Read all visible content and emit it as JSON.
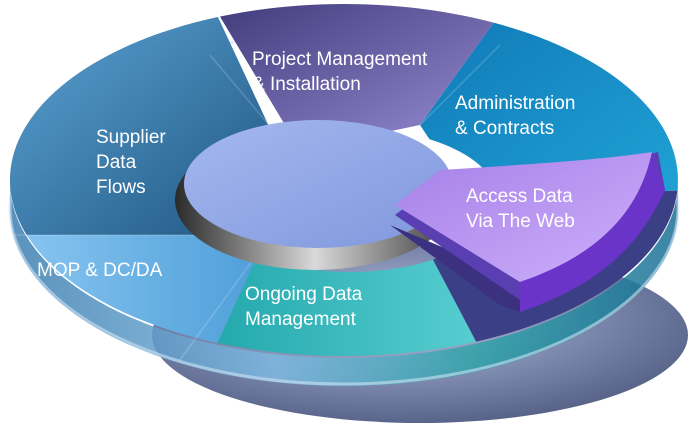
{
  "diagram": {
    "segments": [
      {
        "id": "project",
        "label": "Project Management\n& Installation",
        "color": "#6f5aa8"
      },
      {
        "id": "admin",
        "label": "Administration\n& Contracts",
        "color": "#1c8fc7"
      },
      {
        "id": "web",
        "label": "Access Data\nVia The Web",
        "color": "#b58cf0"
      },
      {
        "id": "ongoing",
        "label": "Ongoing Data\nManagement",
        "color": "#2bb5bd"
      },
      {
        "id": "mop",
        "label": "MOP & DC/DA",
        "color": "#63b3ea"
      },
      {
        "id": "supplier",
        "label": "Supplier\nData\nFlows",
        "color": "#2f6f9c"
      }
    ],
    "center_color": "#8fa7e6"
  }
}
